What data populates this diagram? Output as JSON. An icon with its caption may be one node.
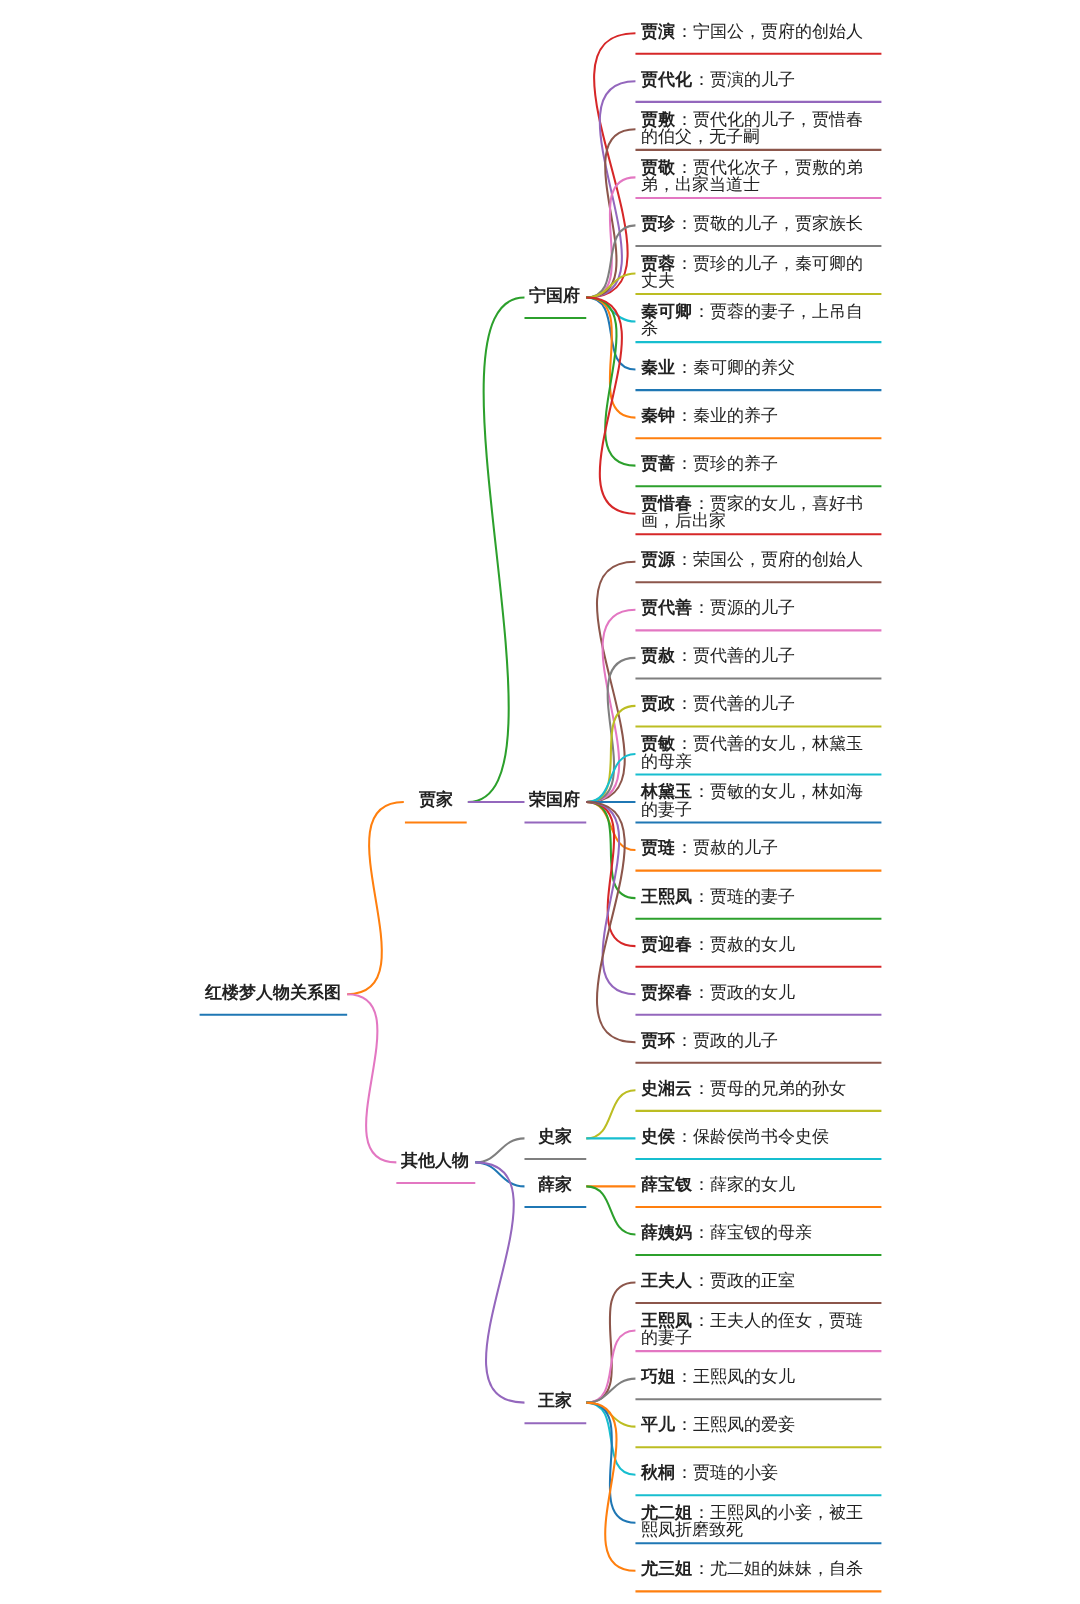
{
  "diagram": {
    "nodes": [
      {
        "text": [
          "红楼梦人物关系图"
        ]
      },
      {
        "text": [
          "贾家"
        ]
      },
      {
        "text": [
          "宁国府"
        ]
      },
      {
        "text": [
          "**贾演**：宁国公，贾府的创始人"
        ]
      },
      {
        "text": [
          "**贾代化**：贾演的儿子"
        ]
      },
      {
        "text": [
          "**贾敷**：贾代化的儿子，贾惜春的伯父，无子嗣"
        ]
      },
      {
        "text": [
          "**贾敬**：贾代化次子，贾敷的弟弟，出家当道士"
        ]
      },
      {
        "text": [
          "**贾珍**：贾敬的儿子，贾家族长"
        ]
      },
      {
        "text": [
          "**贾蓉**：贾珍的儿子，秦可卿的丈夫"
        ]
      },
      {
        "text": [
          "**秦可卿**：贾蓉的妻子，上吊自杀"
        ]
      },
      {
        "text": [
          "**秦业**：秦可卿的养父"
        ]
      },
      {
        "text": [
          "**秦钟**：秦业的养子"
        ]
      },
      {
        "text": [
          "**贾蔷**：贾珍的养子"
        ]
      },
      {
        "text": [
          "**贾惜春**：贾家的女儿，喜好书画，后出家"
        ]
      },
      {
        "text": [
          "荣国府"
        ]
      },
      {
        "text": [
          "**贾源**：荣国公，贾府的创始人"
        ]
      },
      {
        "text": [
          "**贾代善**：贾源的儿子"
        ]
      },
      {
        "text": [
          "**贾赦**：贾代善的儿子"
        ]
      },
      {
        "text": [
          "**贾政**：贾代善的儿子"
        ]
      },
      {
        "text": [
          "**贾敏**：贾代善的女儿，林黛玉的母亲"
        ]
      },
      {
        "text": [
          "**林黛玉**：贾敏的女儿，林如海的妻子"
        ]
      },
      {
        "text": [
          "**贾琏**：贾赦的儿子"
        ]
      },
      {
        "text": [
          "**王熙凤**：贾琏的妻子"
        ]
      },
      {
        "text": [
          "**贾迎春**：贾赦的女儿"
        ]
      },
      {
        "text": [
          "**贾探春**：贾政的女儿"
        ]
      },
      {
        "text": [
          "**贾环**：贾政的儿子"
        ]
      },
      {
        "text": [
          "其他人物"
        ]
      },
      {
        "text": [
          "史家"
        ]
      },
      {
        "text": [
          "**史湘云**：贾母的兄弟的孙女"
        ]
      },
      {
        "text": [
          "**史侯**：保龄侯尚书令史侯"
        ]
      },
      {
        "text": [
          "薛家"
        ]
      },
      {
        "text": [
          "**薛宝钗**：薛家的女儿"
        ]
      },
      {
        "text": [
          "**薛姨妈**：薛宝钗的母亲"
        ]
      },
      {
        "text": [
          "王家"
        ]
      },
      {
        "text": [
          "**王夫人**：贾政的正室"
        ]
      },
      {
        "text": [
          "**王熙凤**：王夫人的侄女，贾琏的妻子"
        ]
      },
      {
        "text": [
          "**巧姐**：王熙凤的女儿"
        ]
      },
      {
        "text": [
          "**平儿**：王熙凤的爱妾"
        ]
      },
      {
        "text": [
          "**秋桐**：贾琏的小妾"
        ]
      },
      {
        "text": [
          "**尤二姐**：王熙凤的小妾，被王熙凤折磨致死"
        ]
      },
      {
        "text": [
          "**尤三姐**：尤二姐的妹妹，自杀"
        ]
      }
    ],
    "edges": [
      {
        "from": 0,
        "to": 1,
        "arrow": "none",
        "color": "#ff7f0e"
      },
      {
        "from": 1,
        "to": 2,
        "arrow": "none",
        "color": "#2ca02c"
      },
      {
        "from": 2,
        "to": 3,
        "arrow": "none",
        "color": "#d62728"
      },
      {
        "from": 2,
        "to": 4,
        "arrow": "none",
        "color": "#9467bd"
      },
      {
        "from": 2,
        "to": 5,
        "arrow": "none",
        "color": "#8c564b"
      },
      {
        "from": 2,
        "to": 6,
        "arrow": "none",
        "color": "#e377c2"
      },
      {
        "from": 2,
        "to": 7,
        "arrow": "none",
        "color": "#7f7f7f"
      },
      {
        "from": 2,
        "to": 8,
        "arrow": "none",
        "color": "#bcbd22"
      },
      {
        "from": 2,
        "to": 9,
        "arrow": "none",
        "color": "#17becf"
      },
      {
        "from": 2,
        "to": 10,
        "arrow": "none",
        "color": "#1f77b4"
      },
      {
        "from": 2,
        "to": 11,
        "arrow": "none",
        "color": "#ff7f0e"
      },
      {
        "from": 2,
        "to": 12,
        "arrow": "none",
        "color": "#2ca02c"
      },
      {
        "from": 2,
        "to": 13,
        "arrow": "none",
        "color": "#d62728"
      },
      {
        "from": 1,
        "to": 14,
        "arrow": "none",
        "color": "#9467bd"
      },
      {
        "from": 14,
        "to": 15,
        "arrow": "none",
        "color": "#8c564b"
      },
      {
        "from": 14,
        "to": 16,
        "arrow": "none",
        "color": "#e377c2"
      },
      {
        "from": 14,
        "to": 17,
        "arrow": "none",
        "color": "#7f7f7f"
      },
      {
        "from": 14,
        "to": 18,
        "arrow": "none",
        "color": "#bcbd22"
      },
      {
        "from": 14,
        "to": 19,
        "arrow": "none",
        "color": "#17becf"
      },
      {
        "from": 14,
        "to": 20,
        "arrow": "none",
        "color": "#1f77b4"
      },
      {
        "from": 14,
        "to": 21,
        "arrow": "none",
        "color": "#ff7f0e"
      },
      {
        "from": 14,
        "to": 22,
        "arrow": "none",
        "color": "#2ca02c"
      },
      {
        "from": 14,
        "to": 23,
        "arrow": "none",
        "color": "#d62728"
      },
      {
        "from": 14,
        "to": 24,
        "arrow": "none",
        "color": "#9467bd"
      },
      {
        "from": 14,
        "to": 25,
        "arrow": "none",
        "color": "#8c564b"
      },
      {
        "from": 0,
        "to": 26,
        "arrow": "none",
        "color": "#e377c2"
      },
      {
        "from": 26,
        "to": 27,
        "arrow": "none",
        "color": "#7f7f7f"
      },
      {
        "from": 27,
        "to": 28,
        "arrow": "none",
        "color": "#bcbd22"
      },
      {
        "from": 27,
        "to": 29,
        "arrow": "none",
        "color": "#17becf"
      },
      {
        "from": 26,
        "to": 30,
        "arrow": "none",
        "color": "#1f77b4"
      },
      {
        "from": 30,
        "to": 31,
        "arrow": "none",
        "color": "#ff7f0e"
      },
      {
        "from": 30,
        "to": 32,
        "arrow": "none",
        "color": "#2ca02c"
      },
      {
        "from": 26,
        "to": 33,
        "arrow": "none",
        "color": "#9467bd"
      },
      {
        "from": 33,
        "to": 34,
        "arrow": "none",
        "color": "#8c564b"
      },
      {
        "from": 33,
        "to": 35,
        "arrow": "none",
        "color": "#e377c2"
      },
      {
        "from": 33,
        "to": 36,
        "arrow": "none",
        "color": "#7f7f7f"
      },
      {
        "from": 33,
        "to": 37,
        "arrow": "none",
        "color": "#bcbd22"
      },
      {
        "from": 33,
        "to": 38,
        "arrow": "none",
        "color": "#17becf"
      },
      {
        "from": 33,
        "to": 39,
        "arrow": "none",
        "color": "#1f77b4"
      },
      {
        "from": 33,
        "to": 40,
        "arrow": "none",
        "color": "#ff7f0e"
      }
    ]
  }
}
